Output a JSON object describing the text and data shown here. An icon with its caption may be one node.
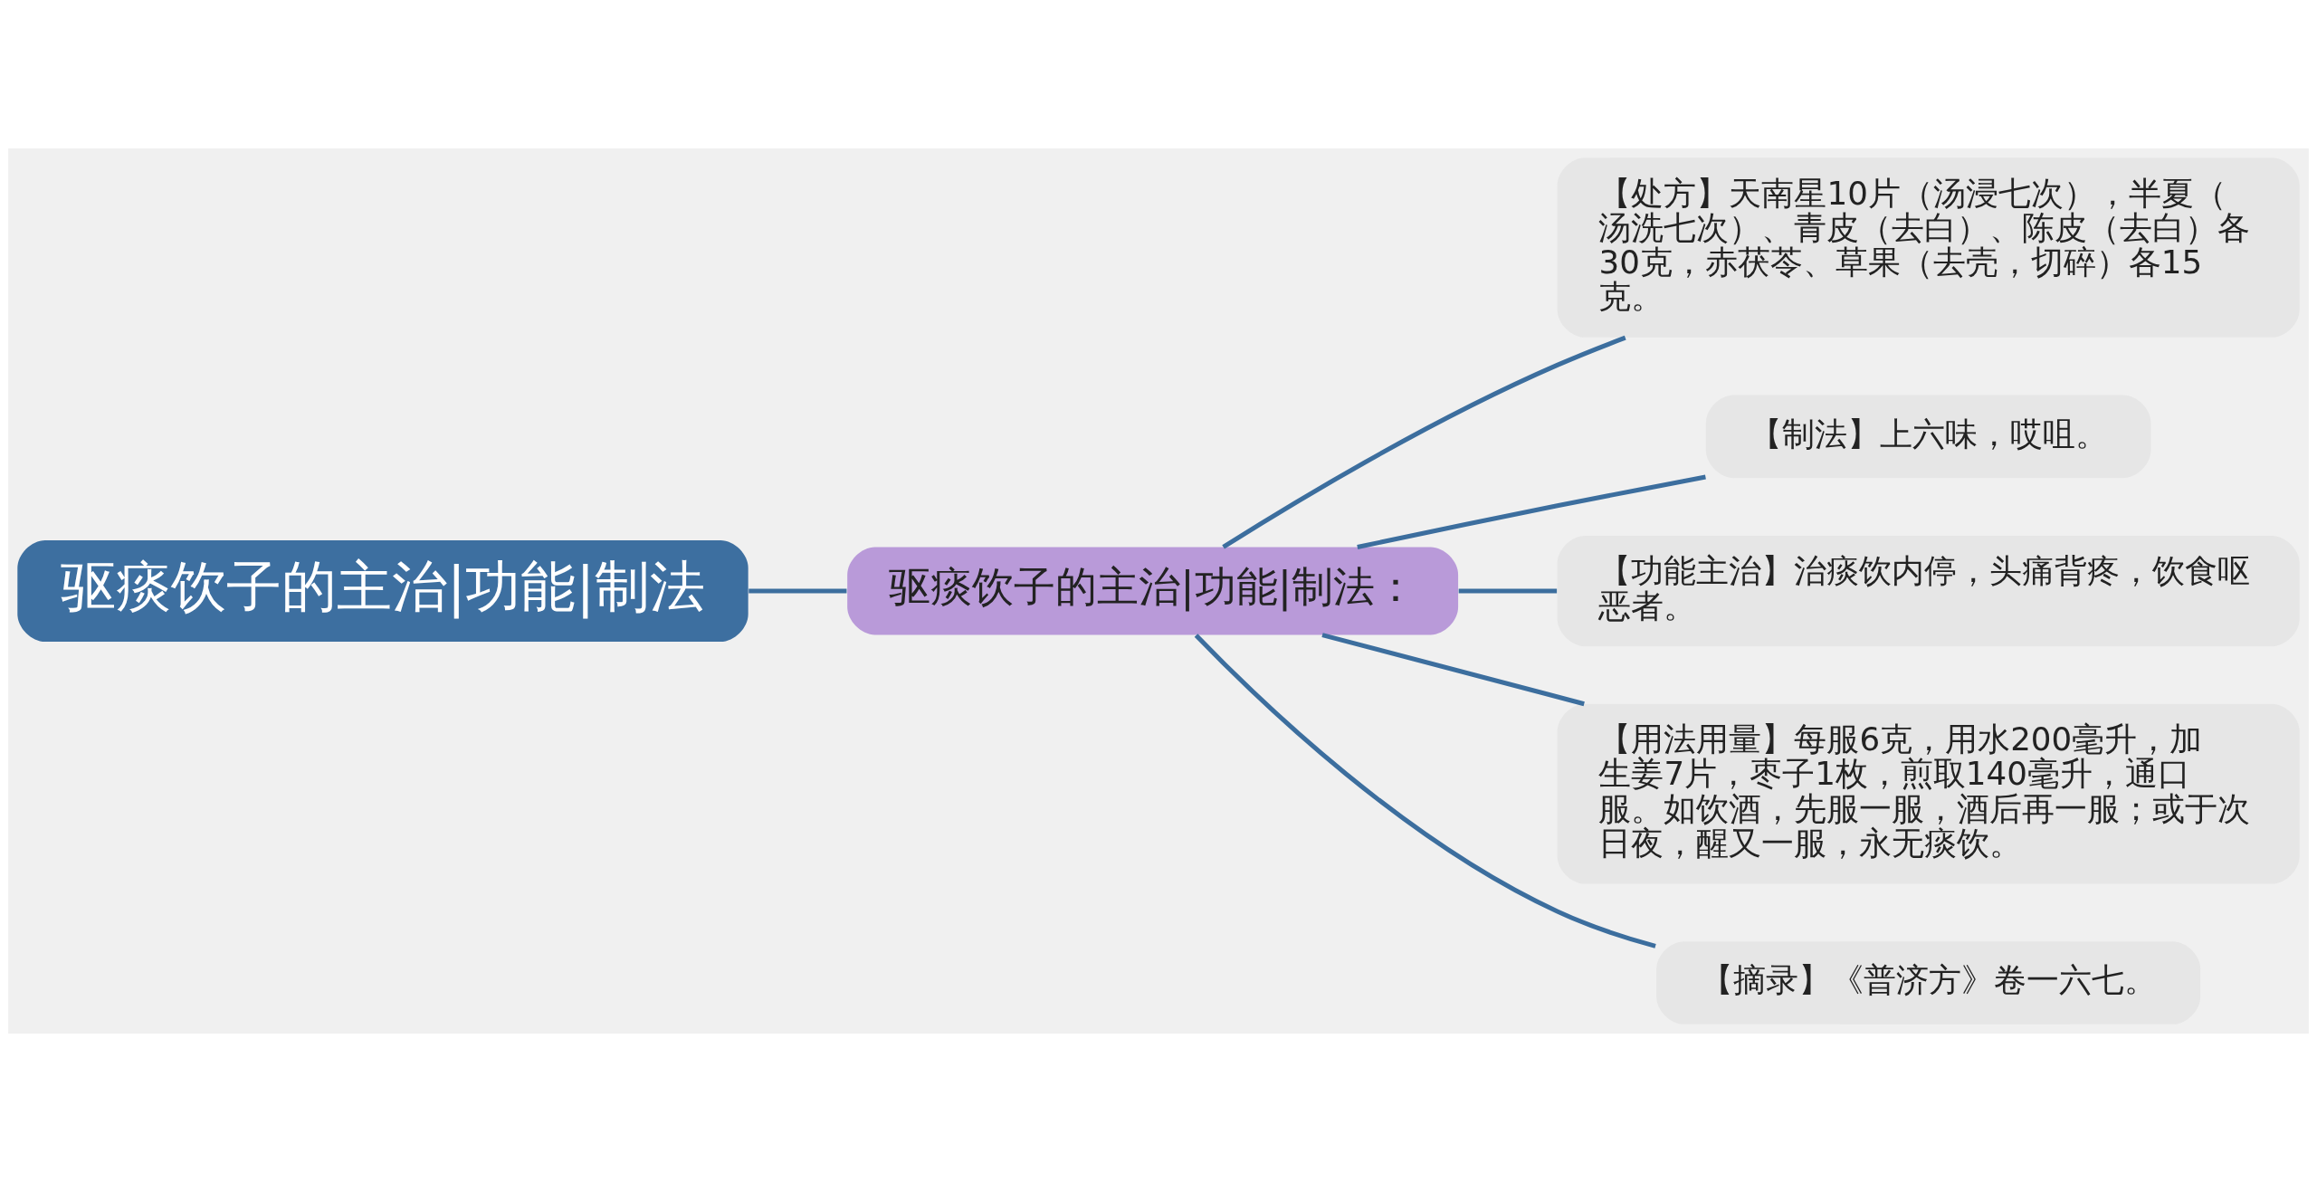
{
  "diagram": {
    "nodes": [
      {
        "text": [
          "驱痰饮子的主治|功能|制法"
        ]
      },
      {
        "text": [
          "驱痰饮子的主治|功能|制法："
        ]
      },
      {
        "text": [
          "【处方】天南星10片（汤浸七次），半夏（汤洗七次）、青皮（去白）、陈皮（去白）各30克，赤茯苓、草果（去壳，切碎）各15克。"
        ]
      },
      {
        "text": [
          "【制法】上六味，哎咀。"
        ]
      },
      {
        "text": [
          "【功能主治】治痰饮内停，头痛背疼，饮食呕恶者。"
        ]
      },
      {
        "text": [
          "【用法用量】每服6克，用水200毫升，加生姜7片，枣子1枚，煎取140毫升，通口服。如饮酒，先服一服，酒后再一服；或于次日夜，醒又一服，永无痰饮。"
        ]
      },
      {
        "text": [
          "【摘录】《普济方》卷一六七。"
        ]
      }
    ],
    "edges": [
      {
        "from": 0,
        "to": 1,
        "arrow": "none",
        "color": "#3c6e9e"
      },
      {
        "from": 1,
        "to": 2,
        "arrow": "none",
        "color": "#3c6e9e"
      },
      {
        "from": 1,
        "to": 3,
        "arrow": "none",
        "color": "#3c6e9e"
      },
      {
        "from": 1,
        "to": 4,
        "arrow": "none",
        "color": "#3c6e9e"
      },
      {
        "from": 1,
        "to": 5,
        "arrow": "none",
        "color": "#3c6e9e"
      },
      {
        "from": 1,
        "to": 6,
        "arrow": "none",
        "color": "#3c6e9e"
      }
    ]
  }
}
